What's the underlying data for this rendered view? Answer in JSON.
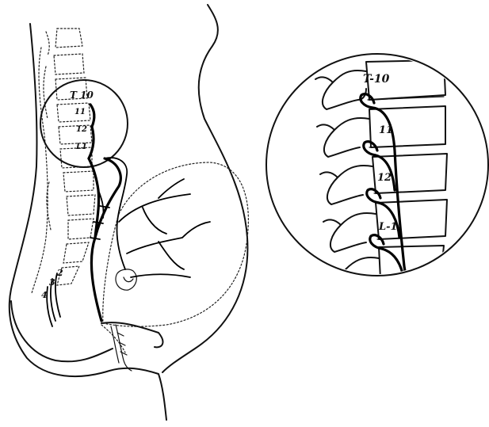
{
  "figure": {
    "small_labels": {
      "t10": "T 10",
      "v11": "11",
      "v12": "12",
      "l1": "L1",
      "n2": "2",
      "n3": "3",
      "n4": "4"
    },
    "inset_labels": {
      "t10": "T-10",
      "v11": "11",
      "v12": "12",
      "l1": "L-1"
    }
  }
}
